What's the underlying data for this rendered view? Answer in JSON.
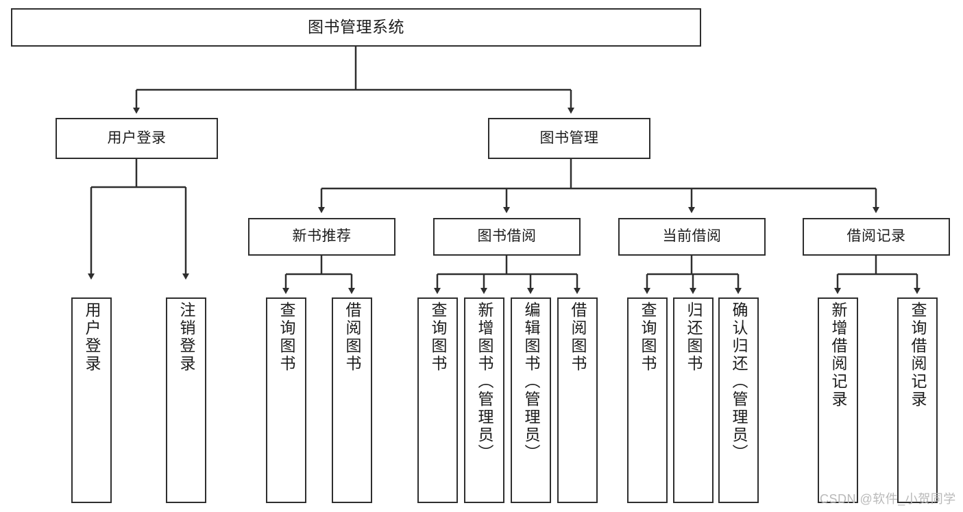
{
  "diagram": {
    "title": "图书管理系统",
    "type": "tree",
    "stroke_color": "#2e2e2e",
    "fill_color": "#ffffff",
    "text_color": "#1c1c1c",
    "levels": 3,
    "nodes": {
      "root": {
        "label": "图书管理系统"
      },
      "level2": [
        {
          "label": "用户登录"
        },
        {
          "label": "图书管理"
        }
      ],
      "level3": [
        {
          "label": "新书推荐"
        },
        {
          "label": "图书借阅"
        },
        {
          "label": "当前借阅"
        },
        {
          "label": "借阅记录"
        }
      ],
      "leaves": {
        "user_login": [
          {
            "label": "用户登录"
          },
          {
            "label": "注销登录"
          }
        ],
        "new_book_recommend": [
          {
            "label": "查询图书"
          },
          {
            "label": "借阅图书"
          }
        ],
        "book_borrow": [
          {
            "label": "查询图书"
          },
          {
            "label": "新增图书（管理员）"
          },
          {
            "label": "编辑图书（管理员）"
          },
          {
            "label": "借阅图书"
          }
        ],
        "current_borrow": [
          {
            "label": "查询图书"
          },
          {
            "label": "归还图书"
          },
          {
            "label": "确认归还（管理员）"
          }
        ],
        "borrow_record": [
          {
            "label": "新增借阅记录"
          },
          {
            "label": "查询借阅记录"
          }
        ]
      }
    }
  },
  "watermark": {
    "text": "CSDN @软件_小贺同学",
    "color": "#b9b9b9"
  }
}
